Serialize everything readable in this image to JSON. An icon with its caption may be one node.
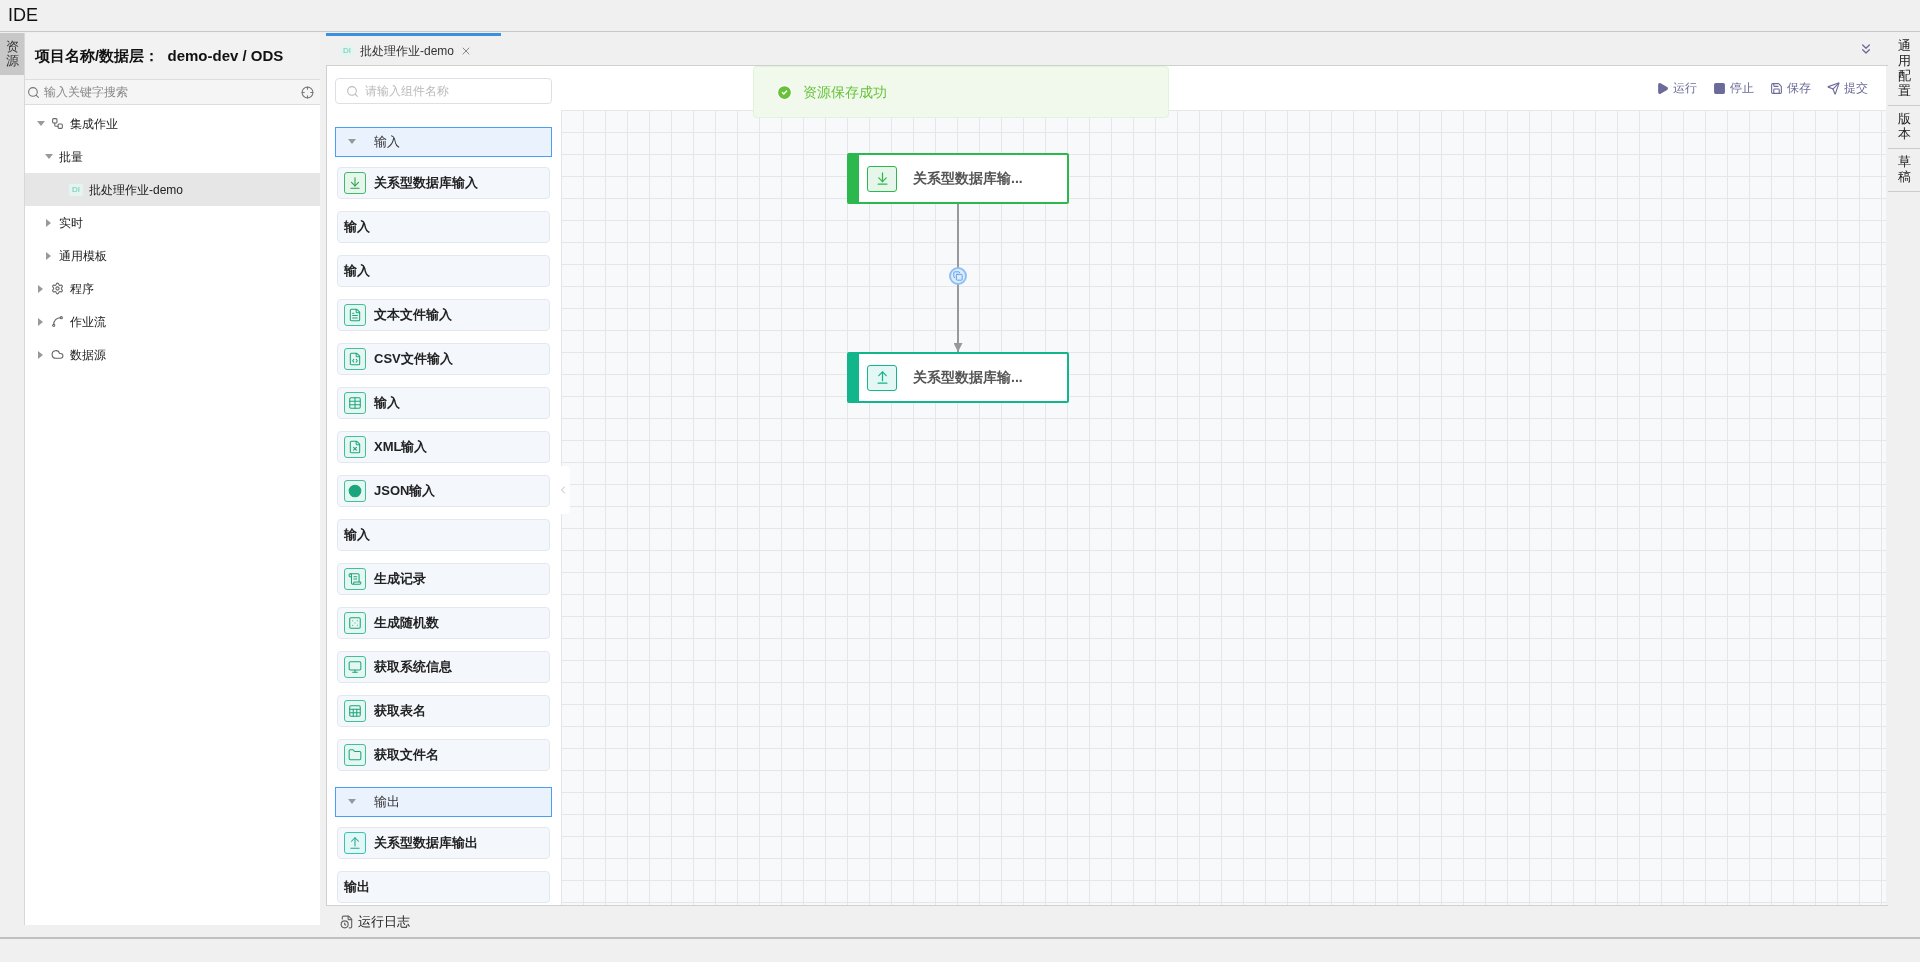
{
  "diagram": {
    "nodes": [
      {
        "text": [
          "关系型数据库输..."
        ]
      },
      {
        "text": [
          "关系型数据库输..."
        ]
      }
    ],
    "edges": [
      {
        "from": 0,
        "to": 1,
        "arrow": "to"
      }
    ],
    "labels": [
      "IDE",
      "资源",
      "项目名称/数据层：  demo-dev / ODS",
      "输入关键字搜索",
      "集成作业",
      "批量",
      "DI",
      "批处理作业-demo",
      "实时",
      "通用模板",
      "程序",
      "作业流",
      "数据源",
      "DI",
      "批处理作业-demo",
      "请输入组件名称",
      "输入",
      "关系型数据库输入",
      "输入",
      "输入",
      "文本文件输入",
      "CSV文件输入",
      "输入",
      "XML输入",
      "JSON输入",
      "输入",
      "生成记录",
      "生成随机数",
      "获取系统信息",
      "获取表名",
      "获取文件名",
      "输出",
      "关系型数据库输出",
      "输出",
      "资源保存成功",
      "运行",
      "停止",
      "保存",
      "提交",
      "通用配置",
      "版本",
      "草稿",
      "运行日志"
    ]
  }
}
